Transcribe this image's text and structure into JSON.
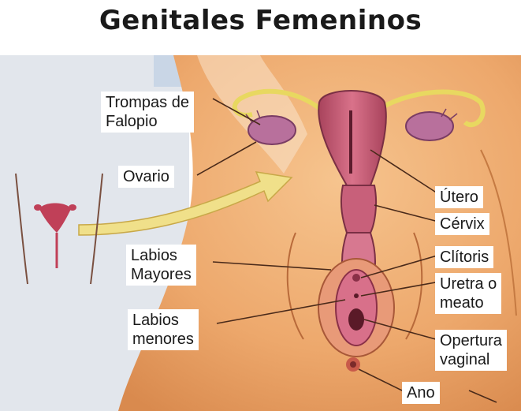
{
  "title": "Genitales Femeninos",
  "labels": {
    "trompas": "Trompas de\nFalopio",
    "ovario": "Ovario",
    "labios_mayores": "Labios\nMayores",
    "labios_menores": "Labios\nmenores",
    "utero": "Útero",
    "cervix": "Cérvix",
    "clitoris": "Clítoris",
    "uretra": "Uretra o\nmeato",
    "apertura": "Opertura\nvaginal",
    "ano": "Ano"
  },
  "colors": {
    "skin": "#f0b27a",
    "skin_shadow": "#d9874f",
    "organ": "#c0506a",
    "organ_light": "#e9a0b0",
    "tube": "#e8d860",
    "arrow": "#f0e08a",
    "background_panel": "#c8d4e4"
  }
}
